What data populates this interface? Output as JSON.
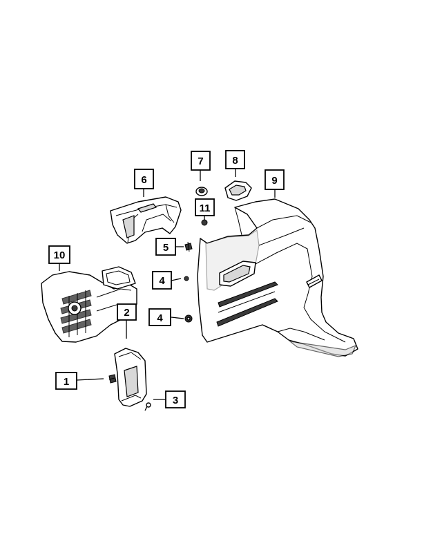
{
  "callouts": [
    {
      "id": "c1",
      "label": "1"
    },
    {
      "id": "c2",
      "label": "2"
    },
    {
      "id": "c3",
      "label": "3"
    },
    {
      "id": "c4a",
      "label": "4"
    },
    {
      "id": "c4b",
      "label": "4"
    },
    {
      "id": "c5",
      "label": "5"
    },
    {
      "id": "c6",
      "label": "6"
    },
    {
      "id": "c7",
      "label": "7"
    },
    {
      "id": "c8",
      "label": "8"
    },
    {
      "id": "c9",
      "label": "9"
    },
    {
      "id": "c10",
      "label": "10"
    },
    {
      "id": "c11",
      "label": "11"
    }
  ]
}
